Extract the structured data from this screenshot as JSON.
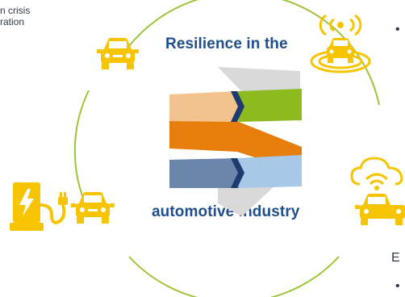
{
  "left_fragment": {
    "line1": "n crisis",
    "line2": "ration"
  },
  "center": {
    "title_top": "Resilience in the",
    "title_bottom": "automotive industry"
  },
  "right_fragment": {
    "bullet_top": "•",
    "label_bottom": "E",
    "bullet_bottom": "•"
  },
  "icons": {
    "top_left": "car-icon",
    "top_right": "autonomous-car-signal-icon",
    "bottom_left": "ev-charging-car-icon",
    "right": "connected-car-cloud-wifi-icon"
  },
  "colors": {
    "icon_yellow": "#f6c400",
    "ring_green": "#9fc43a",
    "title_blue": "#1f4e8c",
    "band_peach": "#f3c38f",
    "band_green": "#8dbb1f",
    "band_orange": "#e67e0d",
    "band_slate": "#6b86aa",
    "band_lightblue": "#a7c8e6",
    "band_grey": "#d9d9d9",
    "chevron_navy": "#1d3b6e"
  }
}
